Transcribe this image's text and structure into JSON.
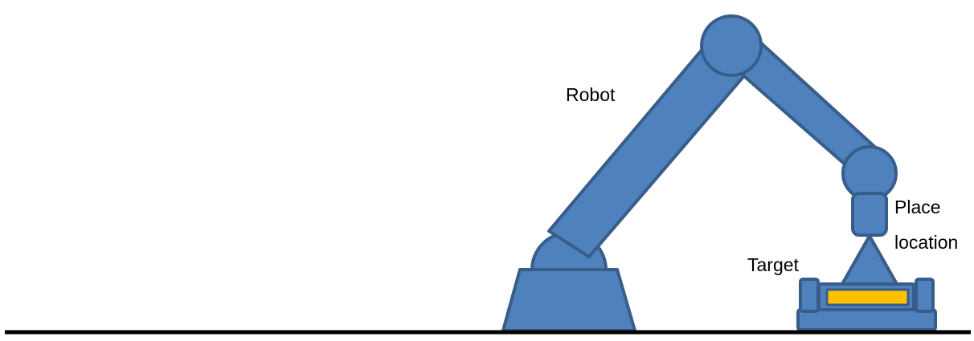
{
  "labels": {
    "robot": "Robot",
    "place_line1": "Place",
    "place_line2": "location",
    "target": "Target"
  },
  "colors": {
    "robot_fill": "#4f81bd",
    "robot_stroke": "#385d8a",
    "target_fill": "#ffc000",
    "floor": "#000000",
    "background": "#ffffff"
  }
}
